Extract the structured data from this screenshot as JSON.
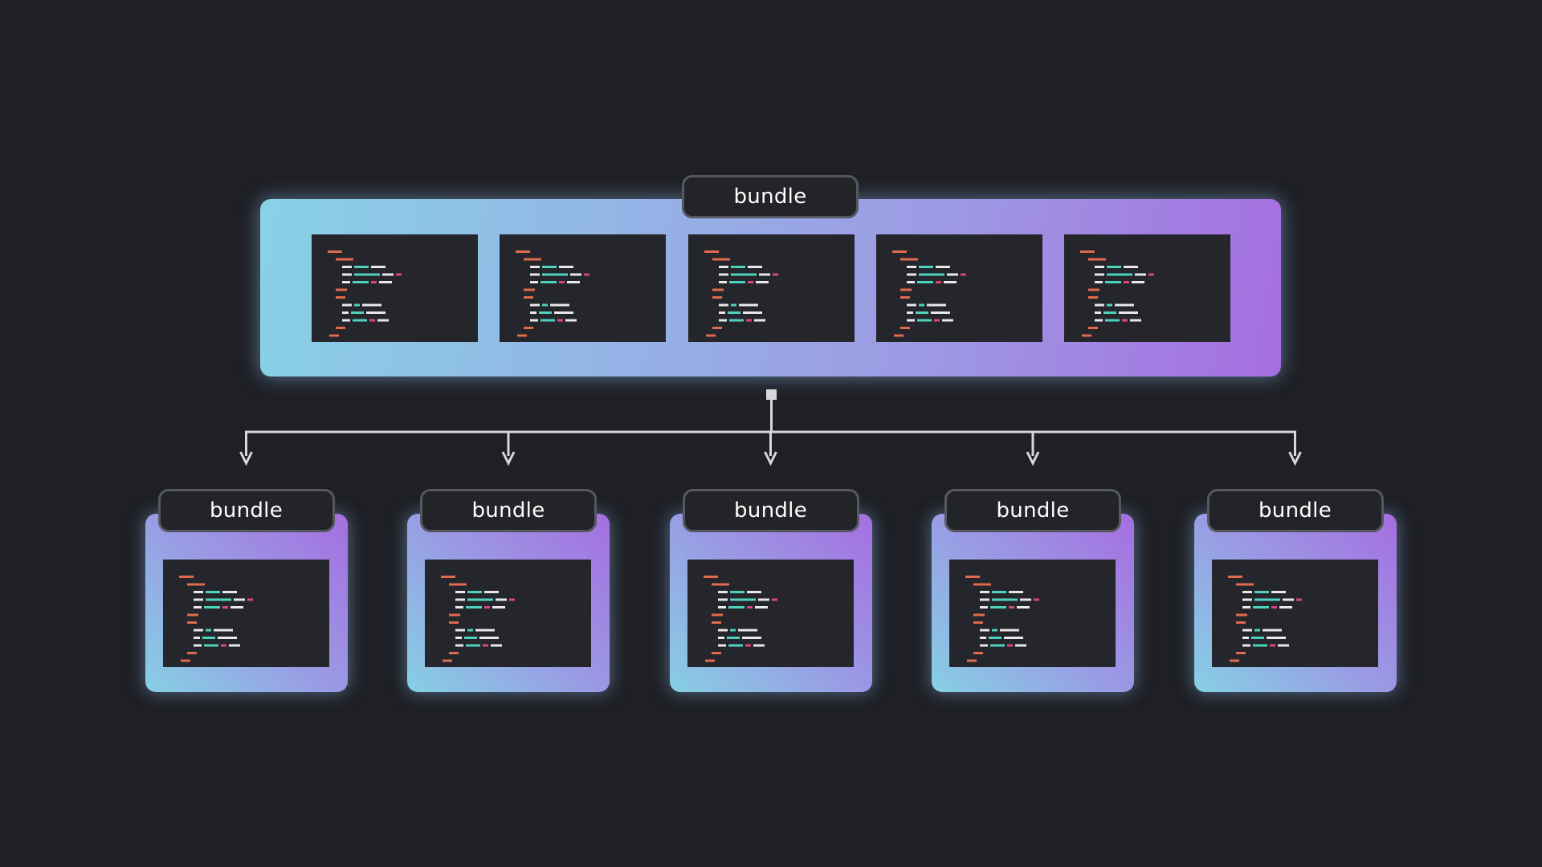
{
  "diagram": {
    "root": {
      "label": "bundle",
      "file_count": 5
    },
    "children": [
      {
        "label": "bundle"
      },
      {
        "label": "bundle"
      },
      {
        "label": "bundle"
      },
      {
        "label": "bundle"
      },
      {
        "label": "bundle"
      }
    ]
  },
  "colors": {
    "background": "#1f2026",
    "gradient_start": "#88d2e6",
    "gradient_end": "#a66ee0",
    "code_panel": "#25262c",
    "code_orange": "#e06a4e",
    "code_white": "#e8e8ea",
    "code_teal": "#4fd1c0",
    "code_pink": "#d9467a",
    "connector": "#d7d7da"
  },
  "icons": {
    "code_file": "code-file-icon",
    "arrow": "arrow-down-icon",
    "junction": "square-node-icon"
  }
}
